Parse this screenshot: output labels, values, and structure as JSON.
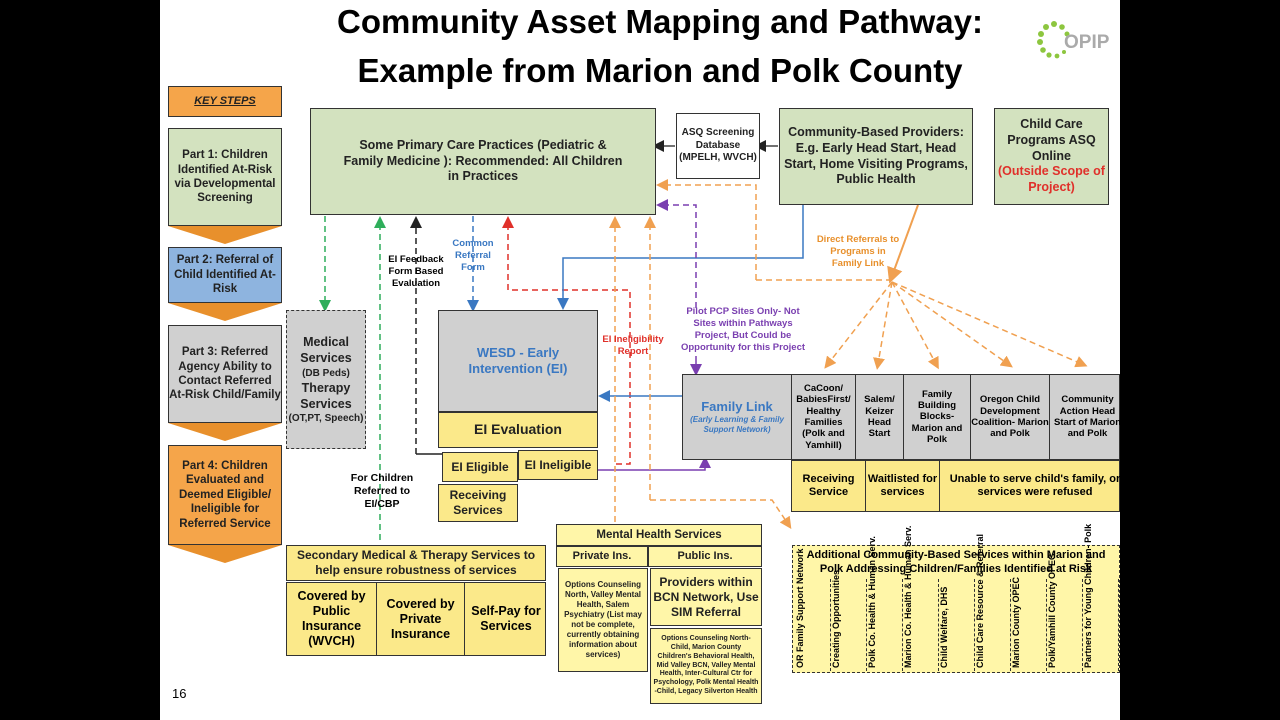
{
  "title": {
    "line1": "Community Asset Mapping and Pathway:",
    "line2": "Example from Marion and Polk County"
  },
  "logo": {
    "text": "OPIP",
    "color": "#8dc63f"
  },
  "page_number": "16",
  "key_steps": {
    "header": "KEY STEPS",
    "steps": [
      "Part 1: Children Identified At-Risk via Developmental Screening",
      "Part 2: Referral of Child Identified At-Risk",
      "Part 3: Referred Agency Ability to Contact Referred At-Risk Child/Family",
      "Part 4: Children Evaluated and Deemed Eligible/ Ineligible for Referred Service"
    ]
  },
  "primary_care": "Some Primary Care Practices (Pediatric & Family Medicine ): Recommended: All Children in Practices",
  "asq_db": "ASQ Screening Database (MPELH, WVCH)",
  "community_providers": "Community-Based Providers: E.g. Early Head Start, Head Start, Home Visiting Programs, Public Health",
  "child_care": {
    "text": "Child Care Programs ASQ Online",
    "scope": "(Outside Scope of Project)"
  },
  "medical_services": {
    "a": "Medical Services",
    "b": "(DB Peds)",
    "c": "Therapy Services",
    "d": "(OT,PT, Speech)"
  },
  "wesd": "WESD - Early Intervention (EI)",
  "ei_evaluation": "EI Evaluation",
  "ei_eligible": "EI Eligible",
  "ei_ineligible": "EI Ineligible",
  "receiving_services": "Receiving Services",
  "family_link": {
    "title": "Family Link",
    "sub": "(Early Learning & Family Support Network)"
  },
  "programs": [
    "CaCoon/ BabiesFirst/ Healthy Families (Polk and Yamhill)",
    "Salem/ Keizer Head Start",
    "Family Building Blocks- Marion and Polk",
    "Oregon Child Development Coalition- Marion and Polk",
    "Community Action Head Start of Marion and Polk"
  ],
  "fl_outcomes": {
    "receiving": "Receiving Service",
    "waitlisted": "Waitlisted for services",
    "unable": "Unable to serve child's family, or services were refused"
  },
  "labels": {
    "ei_feedback": "EI Feedback Form Based Evaluation",
    "common_referral": "Common Referral Form",
    "ei_ineligibility": "EI Ineligibility Report",
    "pilot_pcp": "Pilot PCP Sites Only- Not Sites within Pathways Project, But Could be Opportunity for this Project",
    "direct_referrals": "Direct Referrals to Programs in Family Link",
    "for_children": "For Children Referred to EI/CBP"
  },
  "secondary": {
    "title": "Secondary Medical & Therapy Services to help ensure robustness of services",
    "cols": [
      "Covered by Public Insurance (WVCH)",
      "Covered by Private Insurance",
      "Self-Pay for Services"
    ]
  },
  "mental_health": {
    "title": "Mental Health Services",
    "private": "Private Ins.",
    "public": "Public Ins.",
    "private_text": "Options Counseling North, Valley Mental Health, Salem Psychiatry (List may not be complete, currently obtaining information about services)",
    "bcn": "Providers within BCN Network, Use SIM Referral",
    "public_text": "Options Counseling North- Child, Marion County Children's Behavioral Health, Mid Valley BCN, Valley Mental Health, Inter-Cultural Ctr for Psychology, Polk Mental Health -Child, Legacy Silverton Health"
  },
  "additional": {
    "title": "Additional Community-Based Services within Marion and Polk Addressing Children/Families Identified at Risk",
    "items": [
      "OR Family Support Network",
      "Creating Opportunities",
      "Polk Co. Health & Human Serv.",
      "Marion Co. Health & Human Serv.",
      "Child Welfare, DHS",
      "Child Care Resource & Referral",
      "Marion County OPEC",
      "Polk/Yamhill County OPEC",
      "Partners for Young Children- Polk"
    ]
  }
}
